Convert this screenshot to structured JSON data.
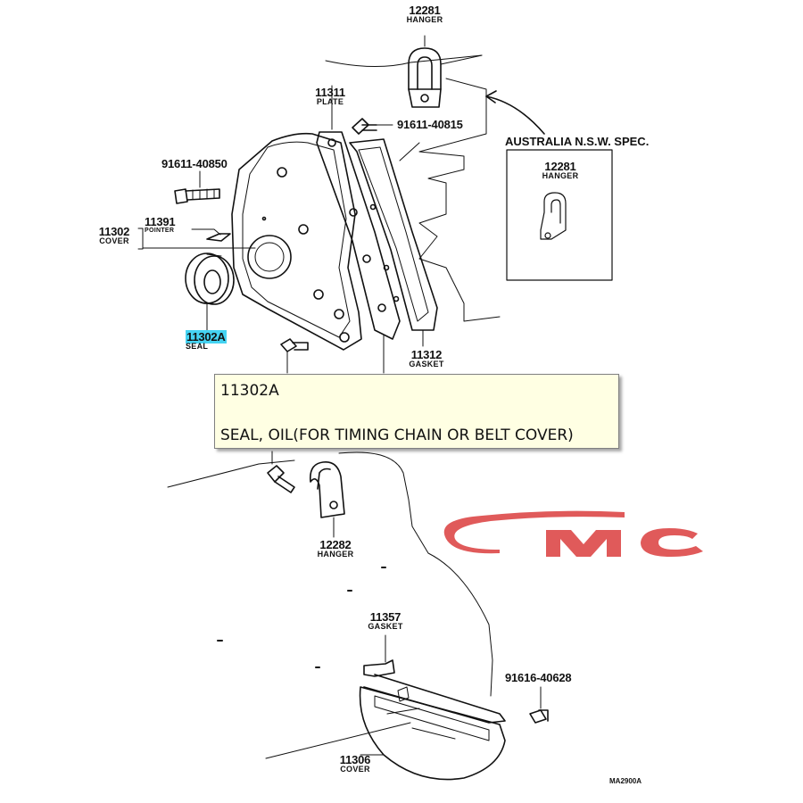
{
  "labels": {
    "hanger_12281_top": {
      "number": "12281",
      "name": "HANGER"
    },
    "plate_11311": {
      "number": "11311",
      "name": "PLATE"
    },
    "bolt_91611_40815": {
      "number": "91611-40815"
    },
    "australia_spec": {
      "title": "AUSTRALIA N.S.W. SPEC.",
      "number": "12281",
      "name": "HANGER"
    },
    "bolt_91611_40850": {
      "number": "91611-40850"
    },
    "pointer_11391": {
      "number": "11391",
      "name": "POINTER"
    },
    "cover_11302": {
      "number": "11302",
      "name": "COVER"
    },
    "seal_11302A": {
      "number": "11302A",
      "name": "SEAL"
    },
    "gasket_11312": {
      "number": "11312",
      "name": "GASKET"
    },
    "hanger_12282": {
      "number": "12282",
      "name": "HANGER"
    },
    "gasket_11357": {
      "number": "11357",
      "name": "GASKET"
    },
    "bolt_91616_40628": {
      "number": "91616-40628"
    },
    "cover_11306": {
      "number": "11306",
      "name": "COVER"
    }
  },
  "tooltip": {
    "part_number": "11302A",
    "description": "SEAL, OIL(FOR TIMING CHAIN OR BELT COVER)"
  },
  "watermark": {
    "text": "CMC",
    "color": "#e05a5a"
  },
  "footer": {
    "code": "MA2900A"
  },
  "highlight_color": "#45d3f2"
}
